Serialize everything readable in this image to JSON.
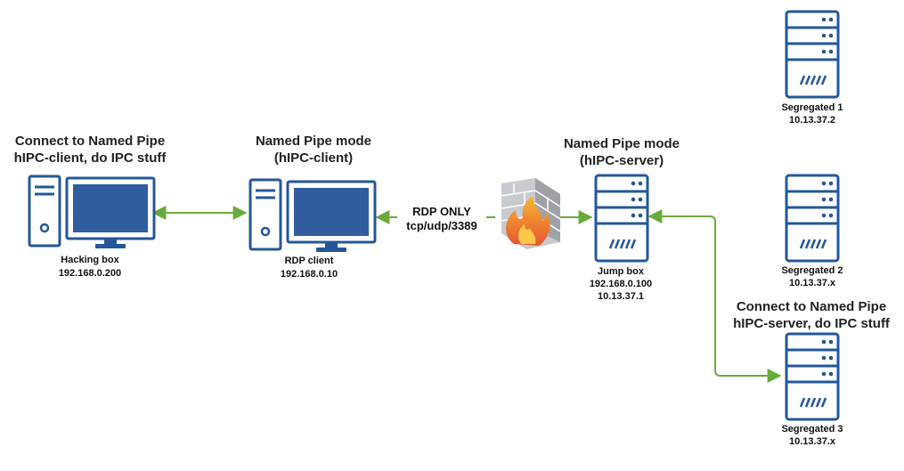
{
  "nodes": {
    "hacking_box": {
      "heading": [
        "Connect to Named Pipe",
        "hIPC-client, do IPC stuff"
      ],
      "label": [
        "Hacking box",
        "192.168.0.200"
      ]
    },
    "rdp_client": {
      "heading": [
        "Named Pipe mode",
        "(hIPC-client)"
      ],
      "label": [
        "RDP client",
        "192.168.0.10"
      ]
    },
    "jump_box": {
      "heading": [
        "Named Pipe mode",
        "(hIPC-server)"
      ],
      "label": [
        "Jump box",
        "192.168.0.100",
        "10.13.37.1"
      ]
    },
    "segregated_1": {
      "label": [
        "Segregated 1",
        "10.13.37.2"
      ]
    },
    "segregated_2": {
      "label": [
        "Segregated 2",
        "10.13.37.x"
      ]
    },
    "segregated_3": {
      "heading": [
        "Connect to Named Pipe",
        "hIPC-server, do IPC stuff"
      ],
      "label": [
        "Segregated 3",
        "10.13.37.x"
      ]
    }
  },
  "connections": {
    "rdp": [
      "RDP ONLY",
      "tcp/udp/3389"
    ]
  },
  "colors": {
    "device_outline": "#23579a",
    "screen": "#2f5d9e",
    "connector": "#6aaa3a",
    "brick": "#b3b7bd",
    "flame": "#e8542f"
  },
  "icons": {
    "workstation": "desktop-computer-icon",
    "server": "server-rack-icon",
    "firewall": "firewall-icon"
  }
}
